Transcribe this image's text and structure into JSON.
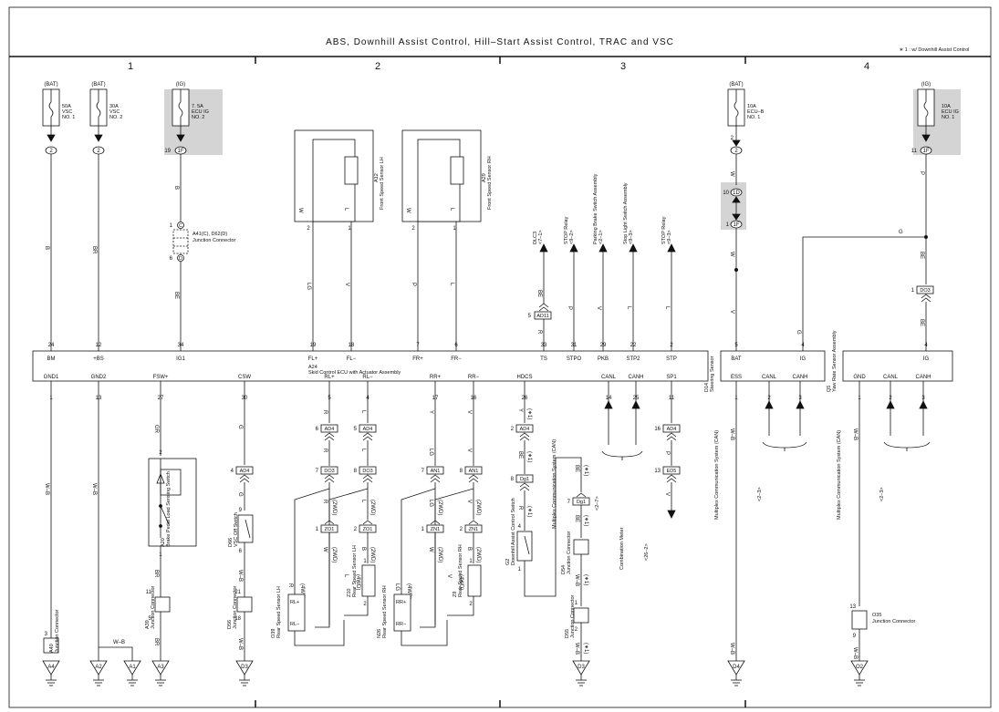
{
  "header": {
    "title": "ABS,  Downhill Assist Control,  Hill–Start Assist Control,  TRAC and VSC",
    "note": "∗ 1 : w/ Downhill Assist Control"
  },
  "columns": [
    "1",
    "2",
    "3",
    "4"
  ],
  "fuses": [
    {
      "source": "(BAT)",
      "l1": "50A",
      "l2": "VSC",
      "l3": "NO. 1",
      "conn": "2",
      "pin": ""
    },
    {
      "source": "(BAT)",
      "l1": "30A",
      "l2": "VSC",
      "l3": "NO. 2",
      "conn": "2",
      "pin": ""
    },
    {
      "source": "(IG)",
      "l1": "7. 5A",
      "l2": "ECU IG",
      "l3": "NO. 2",
      "conn": "1F",
      "pin": "19"
    },
    {
      "source": "(BAT)",
      "l1": "10A",
      "l2": "ECU–B",
      "l3": "NO. 1",
      "conn": "2",
      "pin": "2"
    },
    {
      "source": "(IG)",
      "l1": "10A",
      "l2": "ECU IG",
      "l3": "NO. 1",
      "conn": "1F",
      "pin": "11"
    }
  ],
  "ecu": {
    "code": "A24",
    "name": "Skid Control ECU with Actuator Assembly",
    "top_pins": [
      {
        "name": "BM",
        "num": "24"
      },
      {
        "name": "+BS",
        "num": "12"
      },
      {
        "name": "IG1",
        "num": "34"
      },
      {
        "name": "FL+",
        "num": "19"
      },
      {
        "name": "FL−",
        "num": "18"
      },
      {
        "name": "FR+",
        "num": "7"
      },
      {
        "name": "FR−",
        "num": "6"
      },
      {
        "name": "TS",
        "num": "33"
      },
      {
        "name": "STPO",
        "num": "31"
      },
      {
        "name": "PKB",
        "num": "29"
      },
      {
        "name": "STP2",
        "num": "22"
      },
      {
        "name": "STP",
        "num": "2"
      }
    ],
    "bottom_pins": [
      {
        "name": "GND1",
        "num": "1"
      },
      {
        "name": "GND2",
        "num": "13"
      },
      {
        "name": "FSW+",
        "num": "27"
      },
      {
        "name": "CSW",
        "num": "30"
      },
      {
        "name": "RL+",
        "num": "5"
      },
      {
        "name": "RL−",
        "num": "4"
      },
      {
        "name": "RR+",
        "num": "17"
      },
      {
        "name": "RR−",
        "num": "16"
      },
      {
        "name": "HDCS",
        "num": "26"
      },
      {
        "name": "CANL",
        "num": "14"
      },
      {
        "name": "CANH",
        "num": "25"
      },
      {
        "name": "SP1",
        "num": "11"
      }
    ]
  },
  "steering": {
    "code": "D14",
    "name": "Steering Sensor",
    "top_pins": [
      {
        "name": "BAT",
        "num": "5"
      },
      {
        "name": "IG",
        "num": "4"
      }
    ],
    "bottom_pins": [
      {
        "name": "ESS",
        "num": "1"
      },
      {
        "name": "CANL",
        "num": "2"
      },
      {
        "name": "CANH",
        "num": "3"
      }
    ]
  },
  "yaw": {
    "code": "Q5",
    "name": "Yaw Rate Sensor Assembly",
    "top_pins": [
      {
        "name": "IG",
        "num": "4"
      }
    ],
    "bottom_pins": [
      {
        "name": "GND",
        "num": "1"
      },
      {
        "name": "CANL",
        "num": "2"
      },
      {
        "name": "CANH",
        "num": "3"
      }
    ]
  },
  "sensors": {
    "front_lh": {
      "code": "A12",
      "name": "Front Speed Sensor LH",
      "w": "W",
      "l": "L",
      "p1": "2",
      "p2": "1"
    },
    "front_rh": {
      "code": "A29",
      "name": "Front Speed Sensor RH",
      "w": "W",
      "l": "L",
      "p1": "2",
      "p2": "1"
    },
    "rear_lh": {
      "code": "Z10",
      "name": "Rear Speed Sensor LH",
      "p1": "1",
      "p2": "2"
    },
    "rear_rh": {
      "code": "Z9",
      "name": "Rear Speed Sensor RH",
      "p1": "1",
      "p2": "2"
    },
    "rear_lh_4wd": {
      "code": "O39",
      "name": "Rear Speed Sensor LH",
      "t1": "RL+",
      "t2": "RL−"
    },
    "rear_rh_4wd": {
      "code": "N26",
      "name": "Rear Speed Sensor RH",
      "t1": "RR+",
      "t2": "RR−"
    }
  },
  "junctions": {
    "a41": {
      "code": "A41(C), D62(D)",
      "name": "Junction Connector",
      "p1": "1",
      "p2": "6",
      "c1": "C",
      "c2": "D"
    },
    "a40": {
      "code": "A40",
      "name": "Junction Connector",
      "pin": "3"
    },
    "a39": {
      "code": "A39",
      "name": "Junction Connector",
      "p1": "11",
      "p2": "5"
    },
    "d56": {
      "code": "D56",
      "name": "Junction Connector",
      "p1": "21",
      "p2": "18"
    },
    "d54": {
      "code": "D54",
      "name": "Junction Connector"
    },
    "d55": {
      "code": "D55",
      "name": "Junction Connector",
      "p1": "1",
      "p2": "2"
    },
    "o35": {
      "code": "O35",
      "name": "Junction Connector",
      "p1": "13",
      "p2": "9"
    }
  },
  "switches": {
    "brake": {
      "code": "A20",
      "name": "Brake Pedal Load Sensing Switch",
      "p1": "2",
      "p2": "1"
    },
    "vsc_off": {
      "code": "D66",
      "name": "VSC Off Switch",
      "p1": "9",
      "p2": "6"
    },
    "downhill": {
      "code": "G2",
      "name": "Downhill Assist Control Switch",
      "p1": "4",
      "p2": "1"
    }
  },
  "connectors": [
    {
      "label": "AD11",
      "pin": "5"
    },
    {
      "label": "DO3",
      "pin": "1"
    },
    {
      "label": "AD4",
      "pin": "6"
    },
    {
      "label": "AD4",
      "pin": "5"
    },
    {
      "label": "DO3",
      "pin": "7"
    },
    {
      "label": "DO3",
      "pin": "8"
    },
    {
      "label": "ZO1",
      "pin": "1"
    },
    {
      "label": "ZO1",
      "pin": "2"
    },
    {
      "label": "AN1",
      "pin": "7"
    },
    {
      "label": "AN1",
      "pin": "8"
    },
    {
      "label": "ZN1",
      "pin": "1"
    },
    {
      "label": "ZN1",
      "pin": "2"
    },
    {
      "label": "AD4",
      "pin": "4"
    },
    {
      "label": "AD4",
      "pin": "2"
    },
    {
      "label": "Dg1",
      "pin": "8"
    },
    {
      "label": "Dg1",
      "pin": "7"
    },
    {
      "label": "AD4",
      "pin": "16"
    },
    {
      "label": "ED5",
      "pin": "13"
    },
    {
      "label": "1D",
      "pin": "10"
    },
    {
      "label": "1F",
      "pin": "1"
    }
  ],
  "arrows": [
    {
      "text": "DLC3",
      "sub": "<7–1>"
    },
    {
      "text": "STOP Relay",
      "sub": "<9–2>"
    },
    {
      "text": "Parking Brake Switch Assembly",
      "sub": "<2–1>"
    },
    {
      "text": "Stop Light Switch Assembly",
      "sub": "<9–3>"
    },
    {
      "text": "STOP Relay",
      "sub": "<9–3>"
    }
  ],
  "multi_comm": [
    {
      "text": "Multiplex Communication System (CAN)",
      "sub": "<2–7>"
    },
    {
      "text": "Multiplex Communication System (CAN)",
      "sub": "<2–3>"
    },
    {
      "text": "Multiplex Communication System (CAN)",
      "sub": "<2–3>"
    }
  ],
  "meter": {
    "text": "Combination Meter",
    "sub": "<26–2>"
  },
  "grounds": [
    "A4",
    "A2",
    "A1",
    "A3",
    "D3",
    "D3",
    "D4",
    "O2"
  ],
  "wires": {
    "B": "B",
    "BR": "BR",
    "BE": "BE",
    "W": "W",
    "L": "L",
    "LG": "LG",
    "V": "V",
    "P": "P",
    "R": "R",
    "G": "G",
    "GR": "GR",
    "WB": "W–B",
    "Y": "Y",
    "twd": "(2WD)",
    "fwd": "(4WD)",
    "s1": "(∗1)"
  }
}
